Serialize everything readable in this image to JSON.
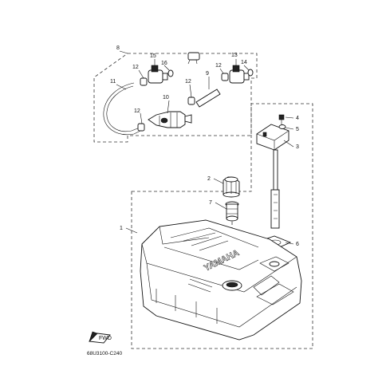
{
  "diagram": {
    "callouts": [
      {
        "id": "c1",
        "text": "1"
      },
      {
        "id": "c2",
        "text": "2"
      },
      {
        "id": "c3",
        "text": "3"
      },
      {
        "id": "c4",
        "text": "4"
      },
      {
        "id": "c5",
        "text": "5"
      },
      {
        "id": "c6",
        "text": "6"
      },
      {
        "id": "c7",
        "text": "7"
      },
      {
        "id": "c8",
        "text": "8"
      },
      {
        "id": "c9",
        "text": "9"
      },
      {
        "id": "c10",
        "text": "10"
      },
      {
        "id": "c11",
        "text": "11"
      },
      {
        "id": "c12a",
        "text": "12"
      },
      {
        "id": "c12b",
        "text": "12"
      },
      {
        "id": "c12c",
        "text": "12"
      },
      {
        "id": "c12d",
        "text": "12"
      },
      {
        "id": "c13",
        "text": "13"
      },
      {
        "id": "c14",
        "text": "14"
      },
      {
        "id": "c15",
        "text": "15"
      },
      {
        "id": "c16",
        "text": "16"
      }
    ],
    "diagram_code": "68U3100-C240",
    "fwd_label": "FWD",
    "tank_brand_text": "YAMAHA"
  }
}
